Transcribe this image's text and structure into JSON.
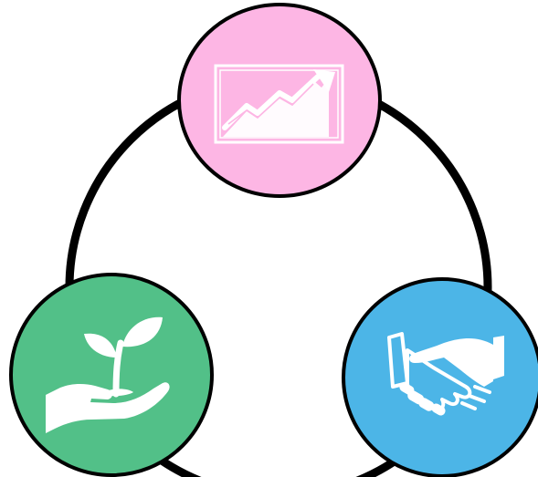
{
  "diagram": {
    "nodes": [
      {
        "id": "growth",
        "icon": "growth-chart-icon",
        "fill": "#FDB6E4"
      },
      {
        "id": "nurture",
        "icon": "plant-in-hand-icon",
        "fill": "#52C088"
      },
      {
        "id": "partnership",
        "icon": "handshake-icon",
        "fill": "#4CB5E7"
      }
    ],
    "colors": {
      "ring": "#000000",
      "background": "#FFFFFF",
      "icon": "#FFFFFF"
    }
  }
}
